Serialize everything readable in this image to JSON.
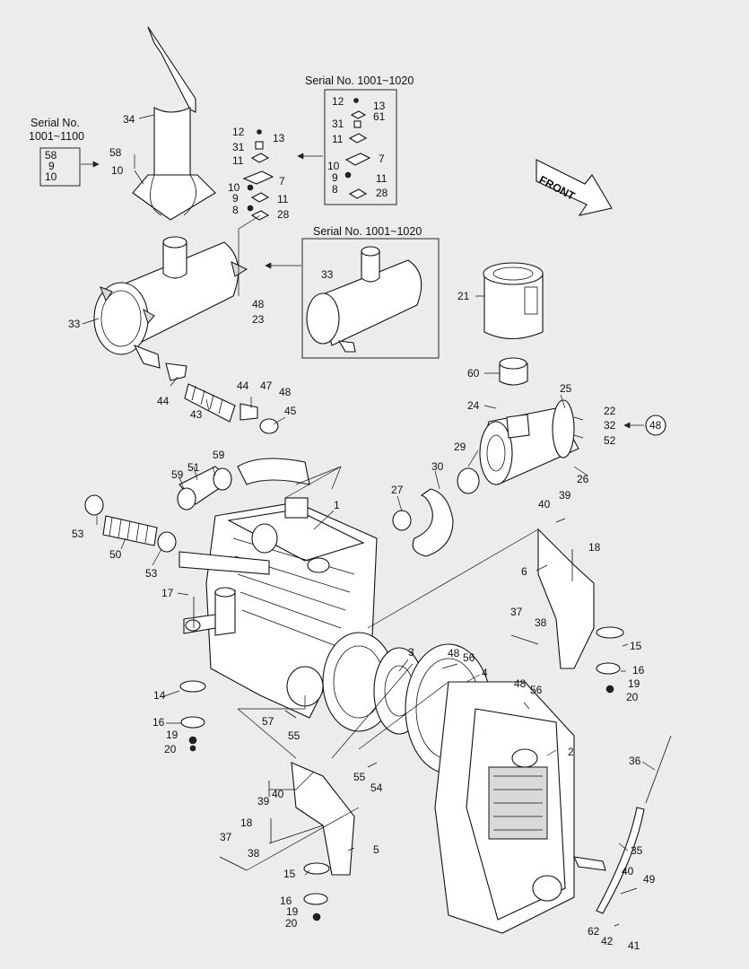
{
  "serial_notes": {
    "top_left": [
      "Serial No.",
      "1001~1100"
    ],
    "mid_top": "Serial No. 1001~1020",
    "muffler_box": "Serial No. 1001~1020"
  },
  "front_arrow": "FRONT",
  "labels": {
    "p1": "1",
    "p2": "2",
    "p3": "3",
    "p4": "4",
    "p5": "5",
    "p6": "6",
    "p7a": "7",
    "p7b": "7",
    "p8a": "8",
    "p8b": "8",
    "p9a": "9",
    "p9b": "9",
    "p9c": "9",
    "p10a": "10",
    "p10b": "10",
    "p10c": "10",
    "p10d": "10",
    "p11a": "11",
    "p11b": "11",
    "p11c": "11",
    "p11d": "11",
    "p12a": "12",
    "p12b": "12",
    "p13a": "13",
    "p13b": "13",
    "p14": "14",
    "p15a": "15",
    "p15b": "15",
    "p16a": "16",
    "p16b": "16",
    "p16c": "16",
    "p17": "17",
    "p18a": "18",
    "p18b": "18",
    "p19a": "19",
    "p19b": "19",
    "p19c": "19",
    "p20a": "20",
    "p20b": "20",
    "p20c": "20",
    "p21": "21",
    "p22": "22",
    "p23": "23",
    "p24": "24",
    "p25": "25",
    "p26": "26",
    "p27": "27",
    "p28a": "28",
    "p28b": "28",
    "p29": "29",
    "p30": "30",
    "p31a": "31",
    "p31b": "31",
    "p32": "32",
    "p33a": "33",
    "p33b": "33",
    "p34": "34",
    "p35": "35",
    "p36": "36",
    "p37a": "37",
    "p37b": "37",
    "p38a": "38",
    "p38b": "38",
    "p39a": "39",
    "p39b": "39",
    "p40a": "40",
    "p40b": "40",
    "p40c": "40",
    "p41": "41",
    "p42": "42",
    "p43": "43",
    "p44a": "44",
    "p44b": "44",
    "p45": "45",
    "p47": "47",
    "p48a": "48",
    "p48b": "48",
    "p48c": "48",
    "p48d": "48",
    "p48circle": "48",
    "p49": "49",
    "p50": "50",
    "p51": "51",
    "p52": "52",
    "p53a": "53",
    "p53b": "53",
    "p54": "54",
    "p55a": "55",
    "p55b": "55",
    "p56a": "56",
    "p56b": "56",
    "p57": "57",
    "p58a": "58",
    "p58b": "58",
    "p59a": "59",
    "p59b": "59",
    "p60": "60",
    "p61": "61",
    "p62": "62"
  }
}
